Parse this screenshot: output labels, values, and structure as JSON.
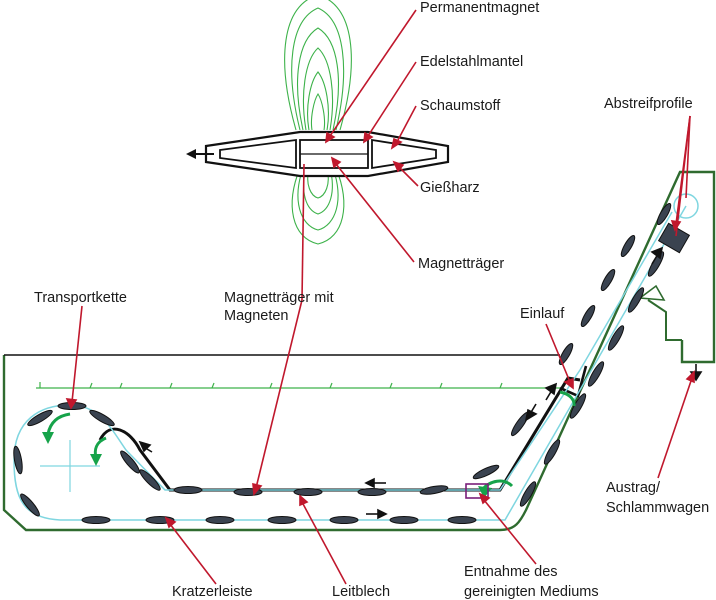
{
  "labels": {
    "permanentmagnet": "Permanentmagnet",
    "edelstahlmantel": "Edelstahlmantel",
    "schaumstoff": "Schaumstoff",
    "giessharz": "Gießharz",
    "magnettraeger": "Magnetträger",
    "magnettraeger_mit_magneten_1": "Magnetträger mit",
    "magnettraeger_mit_magneten_2": "Magneten",
    "transportkette": "Transportkette",
    "einlauf": "Einlauf",
    "abstreifprofile": "Abstreifprofile",
    "austrag_1": "Austrag/",
    "austrag_2": "Schlammwagen",
    "kratzerleiste": "Kratzerleiste",
    "leitblech": "Leitblech",
    "entnahme_1": "Entnahme des",
    "entnahme_2": "gereinigten Mediums"
  },
  "colors": {
    "leader": "#c0182d",
    "field_line": "#3db24a",
    "tank_outline": "#2f6b2f",
    "chain": "#7fd6e0",
    "flow_arrow": "#16a34a",
    "scraper_fill": "#3a4350",
    "outline": "#111111",
    "entnahme_box": "#7a1e7a"
  }
}
